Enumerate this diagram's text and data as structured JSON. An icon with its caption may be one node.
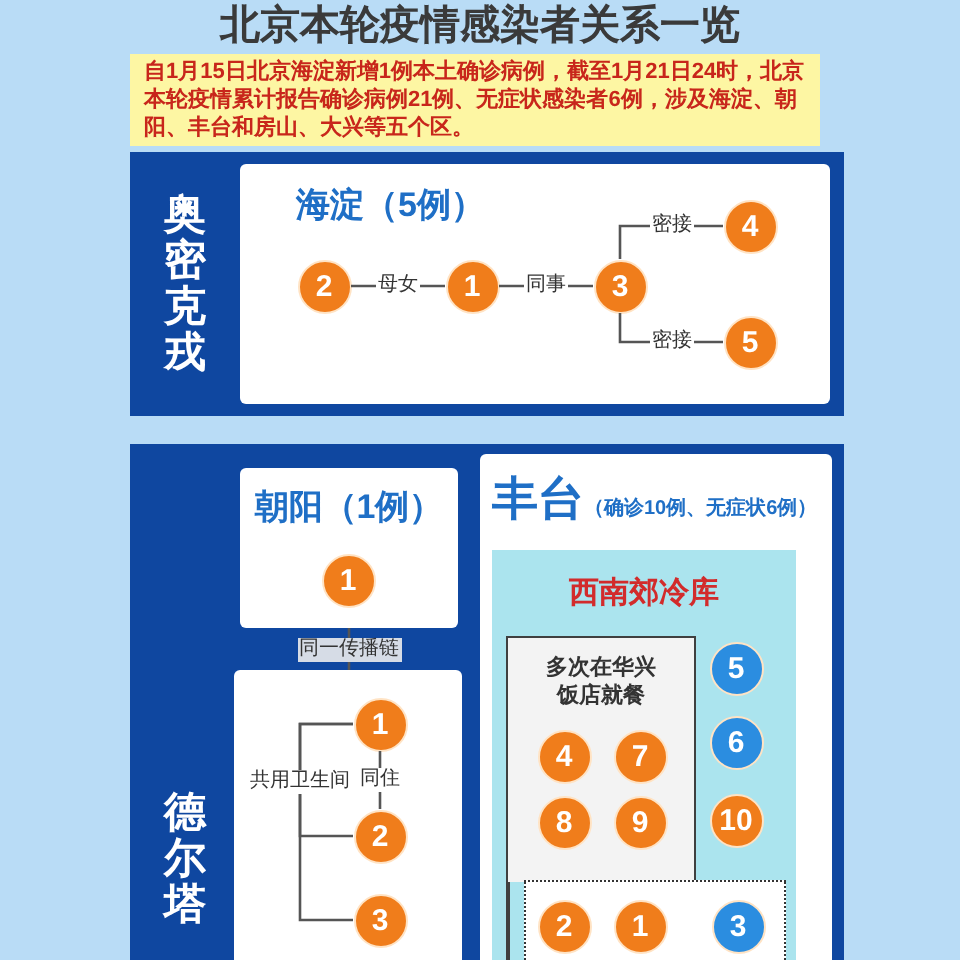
{
  "diagram": {
    "title": "北京本轮疫情感染者关系一览",
    "nodes": [
      {
        "text": [
          "自1月15日北京海淀新增1例本土确诊病例，截至1月21日24时，北京本轮疫情累计报告确诊病例21例、无症状感染者6例，涉及海淀、朝阳、丰台和房山、大兴等五个区。"
        ]
      },
      {
        "text": [
          "奥密克戎"
        ]
      },
      {
        "text": [
          "海淀（5例）"
        ],
        "in": 1
      },
      {
        "text": [
          "2"
        ],
        "in": 2
      },
      {
        "text": [
          "1"
        ],
        "in": 2
      },
      {
        "text": [
          "3"
        ],
        "in": 2
      },
      {
        "text": [
          "4"
        ],
        "in": 2
      },
      {
        "text": [
          "5"
        ],
        "in": 2
      },
      {
        "text": [
          "德尔塔"
        ]
      },
      {
        "text": [
          "朝阳（1例）"
        ],
        "in": 8
      },
      {
        "text": [
          "1"
        ],
        "in": 9
      },
      {
        "text": [],
        "shape": "box",
        "in": 8
      },
      {
        "text": [
          "1"
        ],
        "in": 11
      },
      {
        "text": [
          "2"
        ],
        "in": 11
      },
      {
        "text": [
          "3"
        ],
        "in": 11
      },
      {
        "text": [
          "丰台",
          "（确诊10例、无症状6例）"
        ],
        "in": 8
      },
      {
        "text": [
          "西南郊冷库"
        ],
        "in": 15
      },
      {
        "text": [
          "多次在华兴饭店就餐"
        ],
        "in": 16
      },
      {
        "text": [
          "4"
        ],
        "in": 17
      },
      {
        "text": [
          "7"
        ],
        "in": 17
      },
      {
        "text": [
          "8"
        ],
        "in": 17
      },
      {
        "text": [
          "9"
        ],
        "in": 17
      },
      {
        "text": [
          "5"
        ],
        "in": 16
      },
      {
        "text": [
          "6"
        ],
        "in": 16
      },
      {
        "text": [
          "10"
        ],
        "in": 16
      },
      {
        "text": [],
        "shape": "box",
        "in": 16
      },
      {
        "text": [
          "2"
        ],
        "in": 25
      },
      {
        "text": [
          "1"
        ],
        "in": 25
      },
      {
        "text": [
          "3"
        ],
        "in": 25
      }
    ],
    "edges": [
      {
        "from": 3,
        "to": 4,
        "arrow": "none",
        "label": "母女"
      },
      {
        "from": 4,
        "to": 5,
        "arrow": "none",
        "label": "同事"
      },
      {
        "from": 5,
        "to": 6,
        "arrow": "none",
        "label": "密接"
      },
      {
        "from": 5,
        "to": 7,
        "arrow": "none",
        "label": "密接"
      },
      {
        "from": 9,
        "to": 11,
        "arrow": "none",
        "label": "同一传播链"
      },
      {
        "from": 12,
        "to": 13,
        "arrow": "none",
        "label": "同住"
      },
      {
        "from": 12,
        "to": 13,
        "arrow": "none",
        "label": "共用卫生间"
      },
      {
        "from": 12,
        "to": 14,
        "arrow": "none"
      }
    ]
  }
}
